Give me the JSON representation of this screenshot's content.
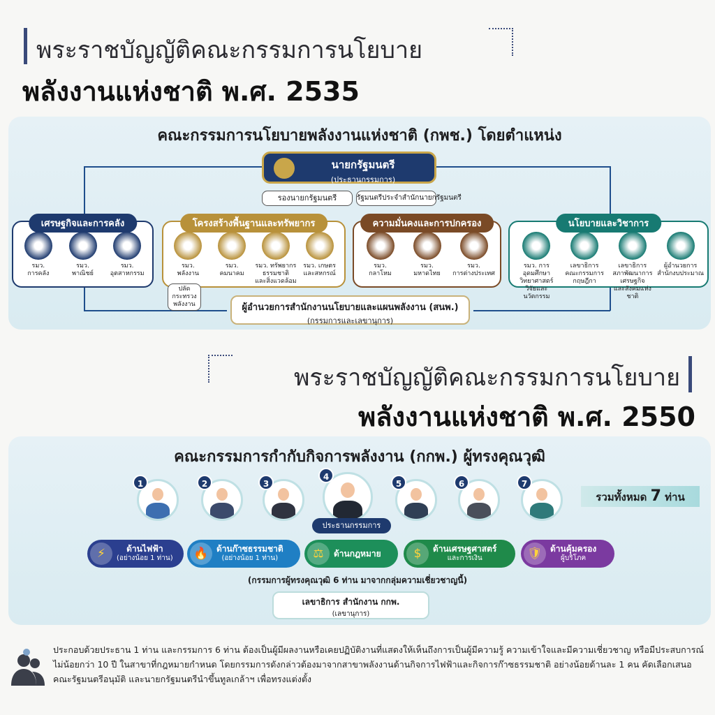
{
  "section1": {
    "title_line1": "พระราชบัญญัติคณะกรรมการนโยบาย",
    "title_line2": "พลังงานแห่งชาติ พ.ศ. 2535",
    "heading": "คณะกรรมการนโยบายพลังงานแห่งชาติ (กพช.) โดยตำแหน่ง",
    "chair": {
      "title": "นายกรัฐมนตรี",
      "role": "(ประธานกรรมการ)"
    },
    "deputies": [
      "รองนายกรัฐมนตรี",
      "รัฐมนตรีประจำสำนักนายกรัฐมนตรี"
    ],
    "groups": [
      {
        "title": "เศรษฐกิจและการคลัง",
        "color": "#1e3a6e",
        "members": [
          "รมว.\nการคลัง",
          "รมว.\nพาณิชย์",
          "รมว.\nอุตสาหกรรม"
        ]
      },
      {
        "title": "โครงสร้างพื้นฐานและทรัพยากร",
        "color": "#b8913a",
        "members": [
          "รมว.\nพลังงาน",
          "รมว.\nคมนาคม",
          "รมว. ทรัพยากร\nธรรมชาติ\nและสิ่งแวดล้อม",
          "รมว. เกษตร\nและสหกรณ์"
        ]
      },
      {
        "title": "ความมั่นคงและการปกครอง",
        "color": "#7a4a26",
        "members": [
          "รมว.\nกลาโหม",
          "รมว.\nมหาดไทย",
          "รมว.\nการต่างประเทศ"
        ]
      },
      {
        "title": "นโยบายและวิชาการ",
        "color": "#177a72",
        "members": [
          "รมว. การอุดมศึกษา\nวิทยาศาสตร์\nวิจัยและนวัตกรรม",
          "เลขาธิการ\nคณะกรรมการ\nกฤษฎีกา",
          "เลขาธิการ\nสภาพัฒนาการเศรษฐกิจ\nและสังคมแห่งชาติ",
          "ผู้อำนวยการ\nสำนักงบประมาณ"
        ]
      }
    ],
    "permsec": "ปลัด\nกระทรวง\nพลังงาน",
    "eppo": {
      "title": "ผู้อำนวยการสำนักงานนโยบายและแผนพลังงาน (สนพ.)",
      "role": "(กรรมการและเลขานุการ)"
    }
  },
  "section2": {
    "title_line1": "พระราชบัญญัติคณะกรรมการนโยบาย",
    "title_line2": "พลังงานแห่งชาติ พ.ศ. 2550",
    "heading": "คณะกรรมการกำกับกิจการพลังงาน (กกพ.) ผู้ทรงคุณวุฒิ",
    "members": [
      "1",
      "2",
      "3",
      "4",
      "5",
      "6",
      "7"
    ],
    "total_prefix": "รวมทั้งหมด",
    "total_count": "7",
    "total_suffix": "ท่าน",
    "chair_label": "ประธานกรรมการ",
    "expertise": [
      {
        "label": "ด้านไฟฟ้า",
        "sub": "(อย่างน้อย 1 ท่าน)",
        "icon": "lightning-icon",
        "color": "#2b3f8f"
      },
      {
        "label": "ด้านก๊าซธรรมชาติ",
        "sub": "(อย่างน้อย 1 ท่าน)",
        "icon": "flame-icon",
        "color": "#1f7fc4"
      },
      {
        "label": "ด้านกฎหมาย",
        "sub": "",
        "icon": "scales-icon",
        "color": "#1d8f5a"
      },
      {
        "label": "ด้านเศรษฐศาสตร์",
        "sub": "และการเงิน",
        "icon": "dollar-icon",
        "color": "#1f8a4a"
      },
      {
        "label": "ด้านคุ้มครอง",
        "sub": "ผู้บริโภค",
        "icon": "shield-icon",
        "color": "#7b3aa0"
      }
    ],
    "note": "(กรรมการผู้ทรงคุณวุฒิ 6 ท่าน มาจากกลุ่มความเชี่ยวชาญนี้)",
    "secretary": {
      "title": "เลขาธิการ สำนักงาน กกพ.",
      "role": "(เลขานุการ)"
    }
  },
  "footer": {
    "text": "ประกอบด้วยประธาน 1 ท่าน และกรรมการ 6 ท่าน ต้องเป็นผู้มีผลงานหรือเคยปฏิบัติงานที่แสดงให้เห็นถึงการเป็นผู้มีความรู้ ความเข้าใจและมีความเชี่ยวชาญ หรือมีประสบการณ์ไม่น้อยกว่า 10 ปี ในสาขาที่กฎหมายกำหนด โดยกรรมการดังกล่าวต้องมาจากสาขาพลังงานด้านกิจการไฟฟ้าและกิจการก๊าซธรรมชาติ อย่างน้อยด้านละ 1 คน คัดเลือกเสนอคณะรัฐมนตรีอนุมัติ และนายกรัฐมนตรีนำขึ้นทูลเกล้าฯ เพื่อทรงแต่งตั้ง"
  }
}
